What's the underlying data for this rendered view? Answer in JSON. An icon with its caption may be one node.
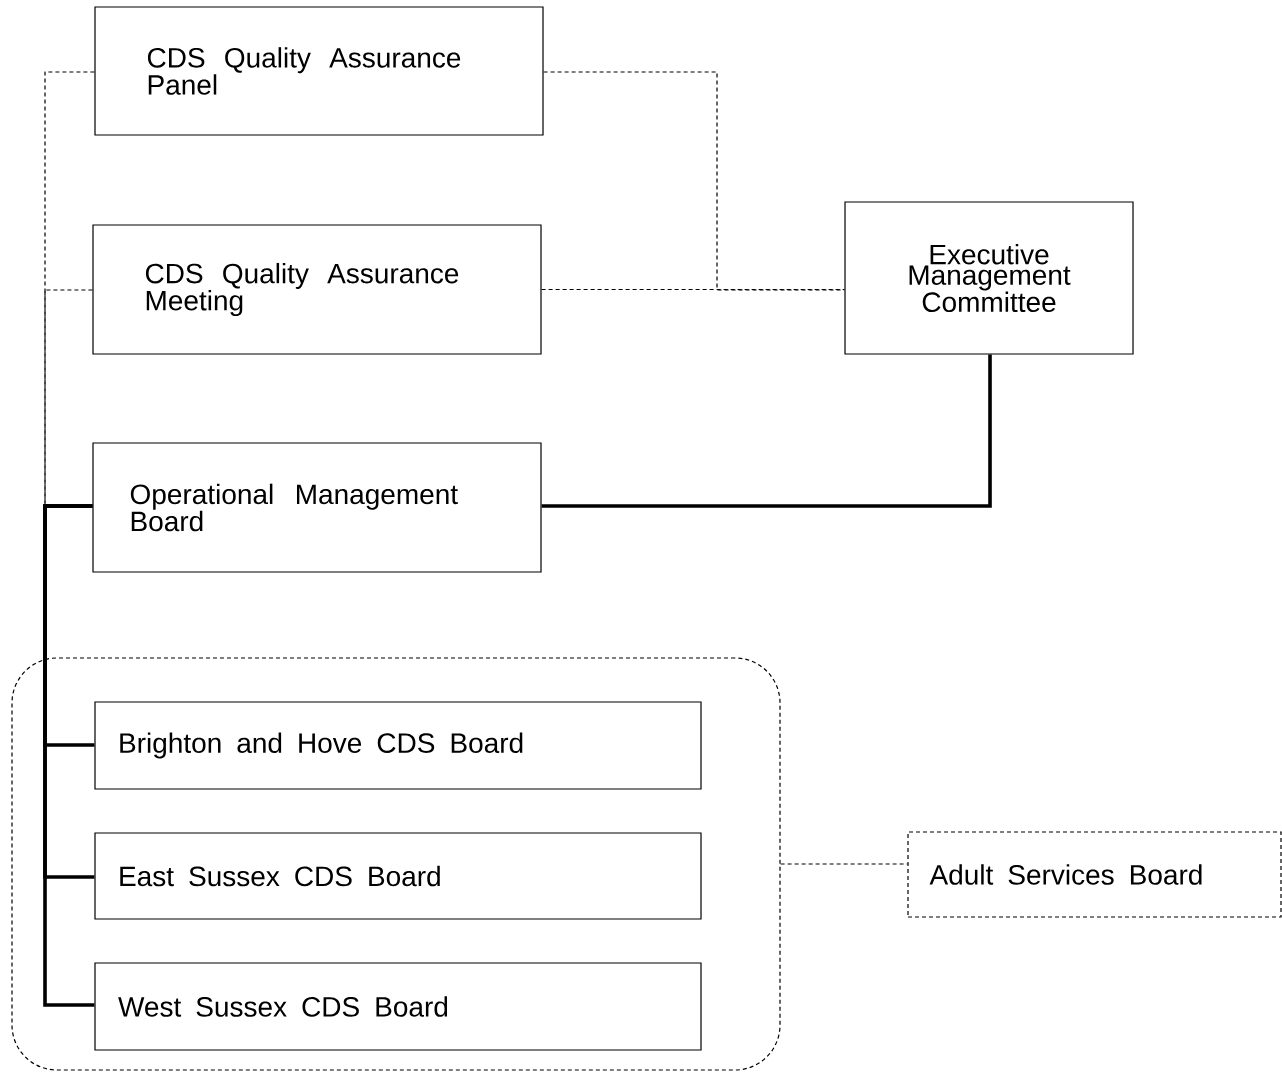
{
  "diagram": {
    "nodes": [
      {
        "text": [
          "CDS Quality Assurance Panel"
        ]
      },
      {
        "text": [
          "CDS Quality Assurance Meeting"
        ]
      },
      {
        "text": [
          "Executive Management Committee"
        ]
      },
      {
        "text": [
          "Operational Management Board"
        ]
      },
      {
        "text": [],
        "shape": "box"
      },
      {
        "text": [
          "Brighton and Hove CDS Board"
        ],
        "in": 4
      },
      {
        "text": [
          "East Sussex CDS Board"
        ],
        "in": 4
      },
      {
        "text": [
          "West Sussex CDS Board"
        ],
        "in": 4
      },
      {
        "text": [
          "Adult Services Board"
        ]
      }
    ],
    "edges": [
      {
        "from": 0,
        "to": 2,
        "arrow": "none",
        "style": "dashed"
      },
      {
        "from": 1,
        "to": 2,
        "arrow": "none",
        "style": "dashed"
      },
      {
        "from": 3,
        "to": 2,
        "arrow": "none",
        "style": "thick"
      },
      {
        "from": 0,
        "to": 3,
        "arrow": "none",
        "style": "dashed"
      },
      {
        "from": 1,
        "to": 3,
        "arrow": "none",
        "style": "dashed"
      },
      {
        "from": 3,
        "to": 5,
        "arrow": "none",
        "style": "thick"
      },
      {
        "from": 3,
        "to": 6,
        "arrow": "none",
        "style": "thick"
      },
      {
        "from": 3,
        "to": 7,
        "arrow": "none",
        "style": "thick"
      },
      {
        "from": 4,
        "to": 8,
        "arrow": "none",
        "style": "dashed"
      }
    ]
  }
}
